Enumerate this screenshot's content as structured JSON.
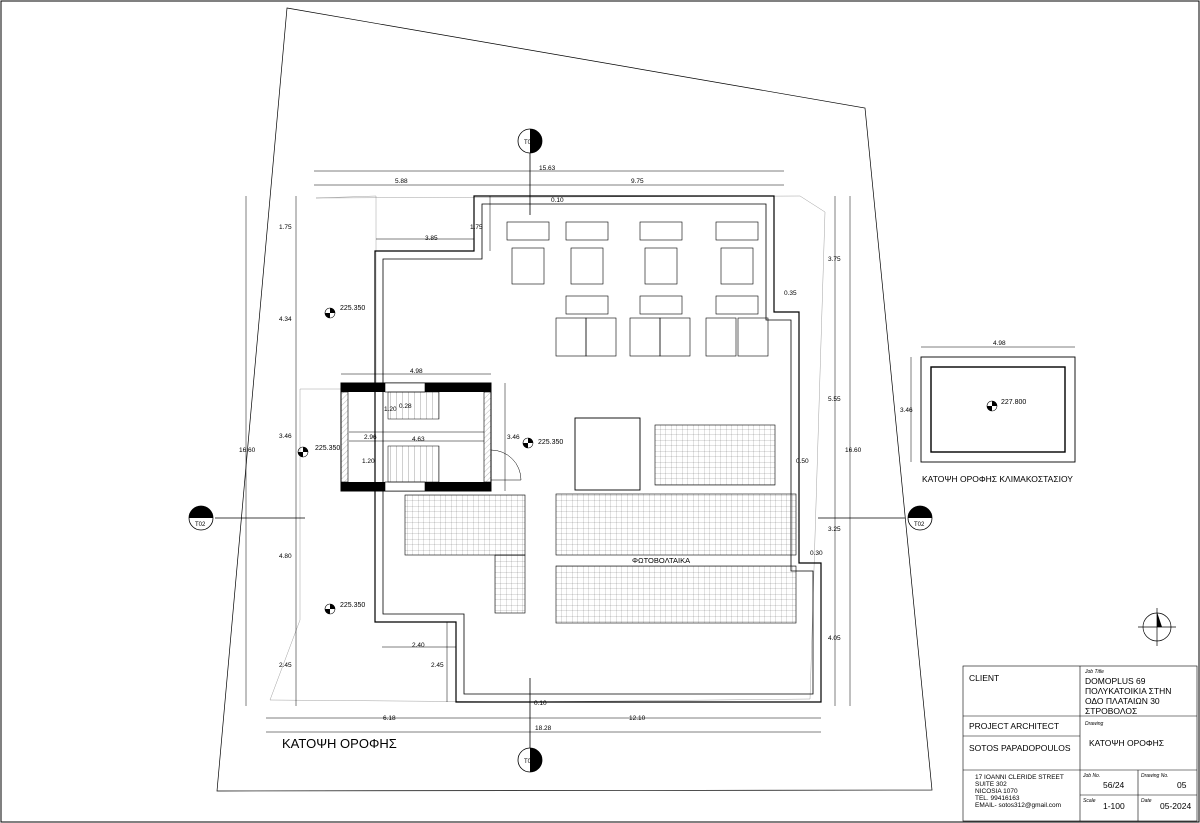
{
  "plan": {
    "title": "ΚΑΤΟΨΗ ΟΡΟΦΗΣ",
    "solar_label": "ΦΩΤΟΒΟΛΤΑΙΚΑ",
    "section_markers": {
      "t01": "T01",
      "t02": "T02"
    },
    "levels": {
      "lvl_upper_left": "225.350",
      "lvl_stair_left": "225.350",
      "lvl_stair_right": "225.350",
      "lvl_lower_left": "225.350"
    },
    "dimensions": {
      "d_total_top": "15.63",
      "d_top_left": "5.88",
      "d_top_right": "9.75",
      "d_010_top": "0.10",
      "d_175_left": "1.75",
      "d_175_inner": "1.75",
      "d_385": "3.85",
      "d_434": "4.34",
      "d_346_left": "3.46",
      "d_480": "4.80",
      "d_245_left": "2.45",
      "d_1660_left": "16.60",
      "d_498_stair": "4.98",
      "d_120a": "1.20",
      "d_028": "0.28",
      "d_296": "2.96",
      "d_463": "4.63",
      "d_120b": "1.20",
      "d_346_stair": "3.46",
      "d_240": "2.40",
      "d_245_inner": "2.45",
      "d_010_bottom": "0.10",
      "d_618": "6.18",
      "d_1210": "12.10",
      "d_1828": "18.28",
      "d_375": "3.75",
      "d_035": "0.35",
      "d_555": "5.55",
      "d_050": "0.50",
      "d_1660_right": "16.60",
      "d_325": "3.25",
      "d_030": "0.30",
      "d_405": "4.05"
    }
  },
  "stair_plan": {
    "title": "ΚΑΤΟΨΗ ΟΡΟΦΗΣ ΚΛΙΜΑΚΟΣΤΑΣΙΟΥ",
    "width_dim": "4.98",
    "height_dim": "3.46",
    "level": "227.800"
  },
  "title_block": {
    "client_label": "CLIENT",
    "job_title_label": "Job Title",
    "job_title_lines": [
      "DOMOPLUS 69",
      "ΠΟΛΥΚΑΤΟΙΚΙΑ ΣΤΗΝ",
      "ΟΔΟ ΠΛΑΤΑΙΩΝ 30",
      "ΣΤΡΟΒΟΛΟΣ"
    ],
    "architect_label": "PROJECT ARCHITECT",
    "architect_name": "SOTOS PAPADOPOULOS",
    "drawing_label": "Drawing",
    "drawing_name": "ΚΑΤΟΨΗ ΟΡΟΦΗΣ",
    "address_lines": [
      "17 IOANNI CLERIDE STREET",
      "SUITE 302",
      "NICOSIA 1070",
      "TEL. 99416163",
      "EMAIL- sotos312@gmail.com"
    ],
    "job_no_label": "Job No.",
    "job_no": "56/24",
    "drawing_no_label": "Drawing No.",
    "drawing_no": "05",
    "scale_label": "Scale",
    "scale": "1-100",
    "date_label": "Date",
    "date": "05-2024"
  }
}
